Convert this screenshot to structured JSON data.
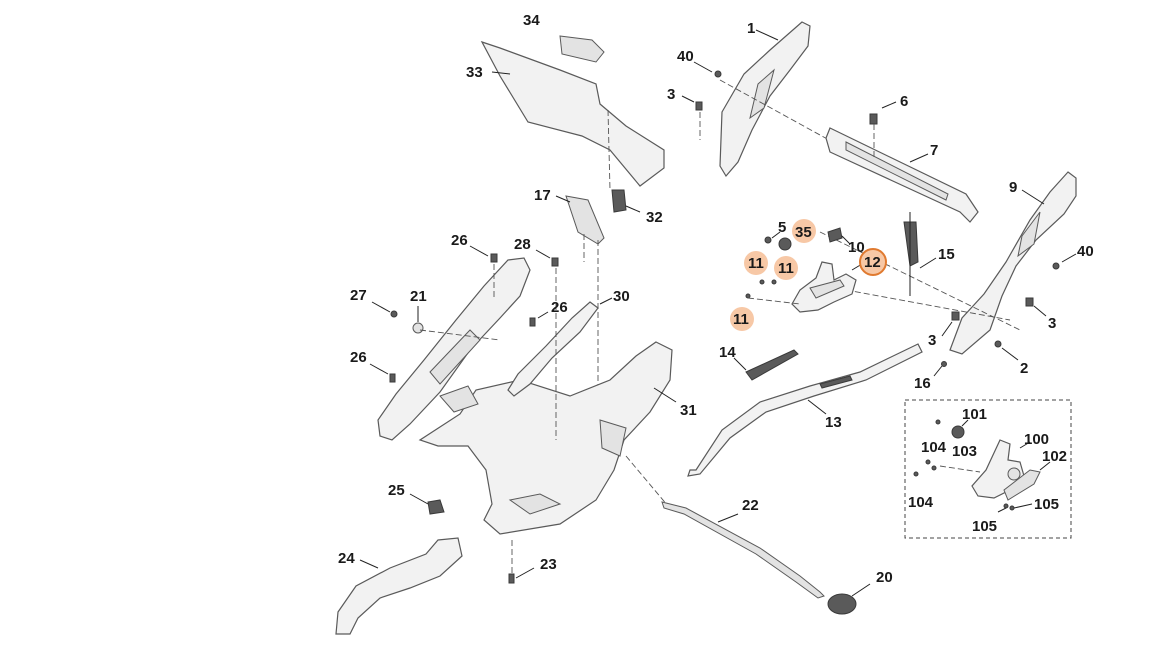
{
  "callouts": {
    "c34": "34",
    "c33": "33",
    "c32": "32",
    "c17": "17",
    "c1": "1",
    "c40a": "40",
    "c3a": "3",
    "c6": "6",
    "c7": "7",
    "c9": "9",
    "c40b": "40",
    "c3b": "3",
    "c3c": "3",
    "c2": "2",
    "c5": "5",
    "c35": "35",
    "c10": "10",
    "c15": "15",
    "c12": "12",
    "c11a": "11",
    "c11b": "11",
    "c11c": "11",
    "c26a": "26",
    "c28": "28",
    "c27": "27",
    "c21": "21",
    "c26b": "26",
    "c26c": "26",
    "c30": "30",
    "c31": "31",
    "c14": "14",
    "c13": "13",
    "c16": "16",
    "c25": "25",
    "c24": "24",
    "c23": "23",
    "c22": "22",
    "c20": "20",
    "c101": "101",
    "c100": "100",
    "c104a": "104",
    "c103": "103",
    "c102": "102",
    "c104b": "104",
    "c105a": "105",
    "c105b": "105"
  },
  "highlighted_callouts": [
    "35",
    "11",
    "11",
    "11",
    "12"
  ],
  "colors": {
    "highlight_fill": "#f7c8a6",
    "highlight_ring": "#e07a30",
    "line": "#5a5a5a"
  }
}
